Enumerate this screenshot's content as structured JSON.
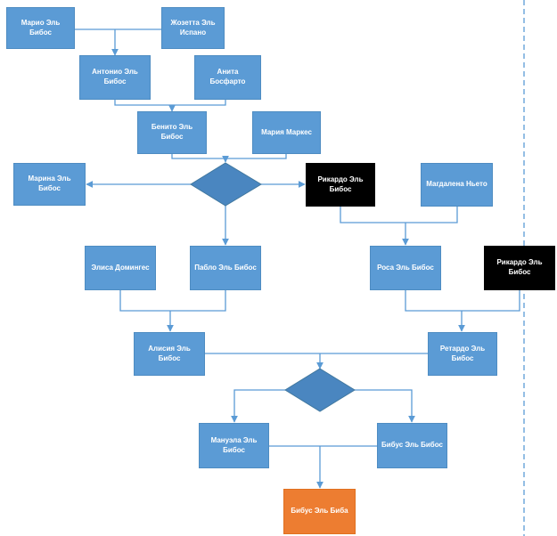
{
  "nodes": {
    "mario": "Марио Эль Бибос",
    "zhozetta": "Жозетта Эль Испано",
    "antonio": "Антонио Эль Бибос",
    "anita": "Анита Босфарто",
    "benito": "Бенито Эль Бибос",
    "maria": "Мария Маркес",
    "marina": "Марина Эль Бибос",
    "rikardo1": "Рикардо Эль Бибос",
    "magdalena": "Магдалена Ньето",
    "elisa": "Элиса Домингес",
    "pablo": "Пабло Эль Бибос",
    "rosa": "Роса Эль Бибос",
    "rikardo2": "Рикардо Эль Бибос",
    "alisia": "Алисия Эль Бибос",
    "retardo": "Ретардо Эль Бибос",
    "manuala": "Мануэла Эль Бибос",
    "bibus": "Бибус Эль Бибос",
    "biba": "Бибус Эль Биба"
  },
  "colors": {
    "box": "#5b9bd5",
    "diamond": "#4a86c0",
    "highlight_black": "#000000",
    "highlight_orange": "#ed7d31",
    "connector": "#5b9bd5"
  }
}
